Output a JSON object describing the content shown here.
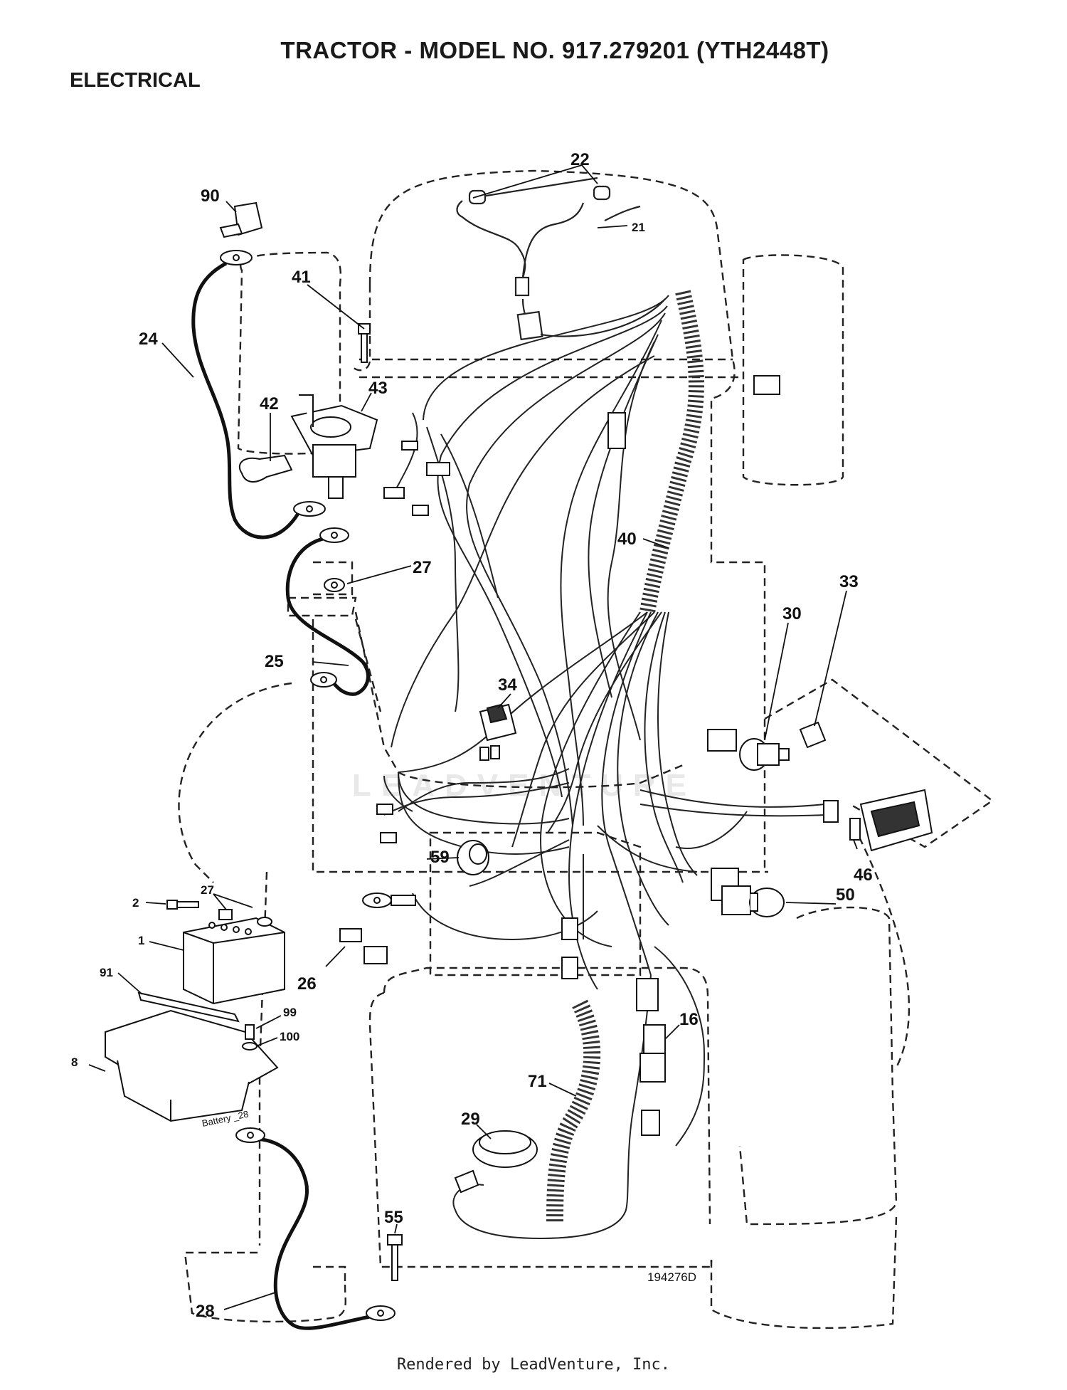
{
  "header": {
    "title": "TRACTOR - MODEL NO. 917.279201 (YTH2448T)",
    "section": "ELECTRICAL"
  },
  "diagram": {
    "drawing_number": "194276D",
    "battery_label": "Battery _28",
    "watermark": "LEADVENTURE",
    "callouts": {
      "c1": "1",
      "c2": "2",
      "c8": "8",
      "c16": "16",
      "c21": "21",
      "c22": "22",
      "c24": "24",
      "c25": "25",
      "c26": "26",
      "c27a": "27",
      "c27b": "27",
      "c28": "28",
      "c29": "29",
      "c30": "30",
      "c33": "33",
      "c34": "34",
      "c40": "40",
      "c41": "41",
      "c42": "42",
      "c43": "43",
      "c46": "46",
      "c50": "50",
      "c55": "55",
      "c59": "59",
      "c71": "71",
      "c90": "90",
      "c91": "91",
      "c99": "99",
      "c100": "100"
    }
  },
  "footer": {
    "rendered_by": "Rendered by LeadVenture, Inc."
  }
}
